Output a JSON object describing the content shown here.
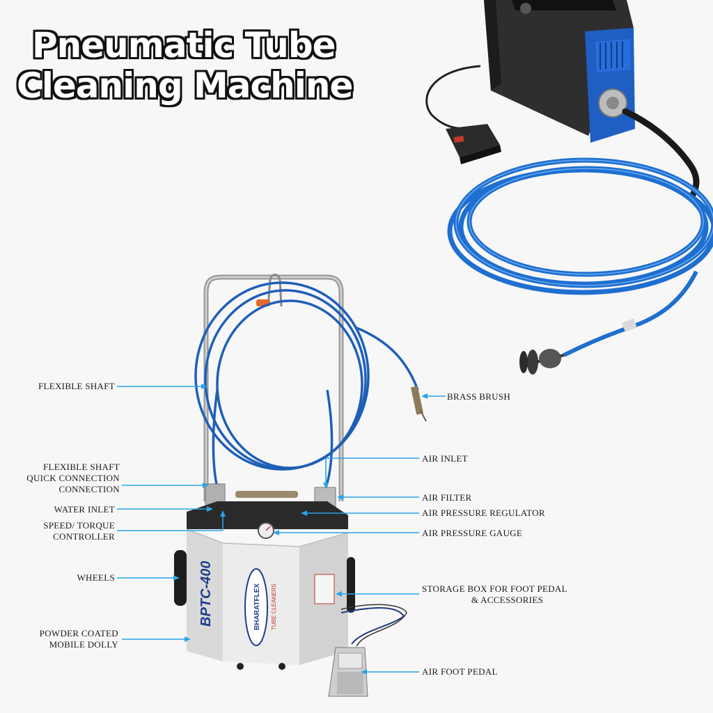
{
  "title": {
    "line1": "Pneumatic Tube",
    "line2": "Cleaning Machine"
  },
  "colors": {
    "hose_blue": "#1e6fd0",
    "leader_blue": "#2aa3e8",
    "body_white": "#e8e8e8",
    "label_text": "#1a1a1a"
  },
  "machine": {
    "model": "BPTC-400",
    "brand": "BHARATFLEX",
    "brand_tag": "TUBE CLEANERS"
  },
  "labels": {
    "flexible_shaft": "FLEXIBLE SHAFT",
    "quick_connection_l1": "FLEXIBLE SHAFT",
    "quick_connection_l2": "QUICK CONNECTION",
    "quick_connection_l3": "CONNECTION",
    "water_inlet": "WATER INLET",
    "speed_torque_l1": "SPEED/ TORQUE",
    "speed_torque_l2": "CONTROLLER",
    "wheels": "WHEELS",
    "powder_coated_l1": "POWDER COATED",
    "powder_coated_l2": "MOBILE DOLLY",
    "brass_brush": "BRASS BRUSH",
    "air_inlet": "AIR INLET",
    "air_filter": "AIR FILTER",
    "air_pressure_regulator": "AIR PRESSURE REGULATOR",
    "air_pressure_gauge": "AIR PRESSURE GAUGE",
    "storage_box_l1": "STORAGE BOX FOR FOOT PEDAL",
    "storage_box_l2": "& ACCESSORIES",
    "air_foot_pedal": "AIR FOOT PEDAL"
  }
}
